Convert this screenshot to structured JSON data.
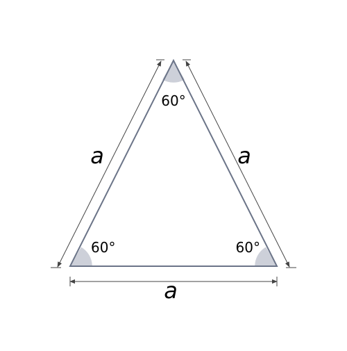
{
  "colors": {
    "triangle_stroke": "#6b7488",
    "angle_fill": "#cdd0d9",
    "dimension_line": "#444444",
    "label": "#000000",
    "background": "#ffffff"
  },
  "angles": {
    "top": "60°",
    "bottom_left": "60°",
    "bottom_right": "60°"
  },
  "sides": {
    "left": "a",
    "right": "a",
    "bottom": "a"
  }
}
